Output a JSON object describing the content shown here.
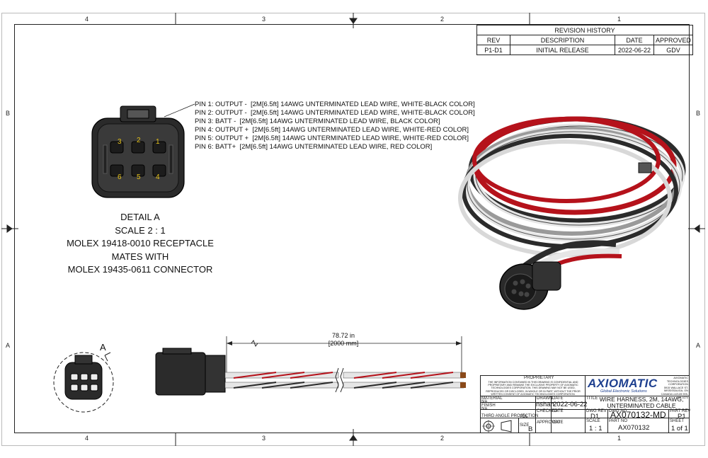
{
  "zones": {
    "top": [
      "4",
      "3",
      "2",
      "1"
    ],
    "bottom": [
      "4",
      "3",
      "2",
      "1"
    ],
    "left": [
      "B",
      "A"
    ],
    "right": [
      "B",
      "A"
    ]
  },
  "revision": {
    "title": "REVISION HISTORY",
    "headers": [
      "REV",
      "DESCRIPTION",
      "DATE",
      "APPROVED"
    ],
    "rows": [
      [
        "P1-D1",
        "INITIAL RELEASE",
        "2022-06-22",
        "GDV"
      ]
    ]
  },
  "pins": [
    "PIN 1: OUTPUT -  [2M[6.5ft] 14AWG UNTERMINATED LEAD WIRE, WHITE-BLACK COLOR]",
    "PIN 2: OUTPUT -  [2M[6.5ft] 14AWG UNTERMINATED LEAD WIRE, WHITE-BLACK COLOR]",
    "PIN 3: BATT -  [2M[6.5ft] 14AWG UNTERMINATED LEAD WIRE, BLACK COLOR]",
    "PIN 4: OUTPUT +  [2M[6.5ft] 14AWG UNTERMINATED LEAD WIRE, WHITE-RED COLOR]",
    "PIN 5: OUTPUT +  [2M[6.5ft] 14AWG UNTERMINATED LEAD WIRE, WHITE-RED COLOR]",
    "PIN 6: BATT+  [2M[6.5ft] 14AWG UNTERMINATED LEAD WIRE, RED COLOR]"
  ],
  "connector_pin_labels": [
    "3",
    "2",
    "1",
    "6",
    "5",
    "4"
  ],
  "detail": {
    "line1": "DETAIL  A",
    "line2": "SCALE 2 : 1",
    "line3": "MOLEX 19418-0010 RECEPTACLE",
    "line4": "MATES WITH",
    "line5": "MOLEX 19435-0611 CONNECTOR"
  },
  "view_label": "A",
  "dimension": {
    "inches": "78.72 in",
    "mm": "[2000 mm]"
  },
  "title_block": {
    "proprietary_heading": "PROPRIETARY",
    "proprietary_text": "THE INFORMATION CONTAINED IN THIS DRAWING IS CONFIDENTIAL AND PROPRIETARY AND REMAINS THE EXCLUSIVE PROPERTY OF AXIOMATIC TECHNOLOGIES CORPORATION. THIS DRAWING MAY NOT BE USED, REPRODUCED OR DISCLOSED, IN WHOLE OR IN PART, WITHOUT THE PRIOR WRITTEN CONSENT OF AXIOMATIC TECHNOLOGIES CORPORATION.",
    "material_label": "MATERIAL",
    "material_value": "NA",
    "finish_label": "FINISH",
    "finish_value": "NA",
    "third_angle": "THIRD ANGLE PROJECTION",
    "tol_label": "TOL",
    "size_label": "SIZE",
    "size_value": "B",
    "drawn_label": "DRAWN",
    "drawn_value": "nshah",
    "date_label": "DATE",
    "drawn_date": "2022-06-22",
    "checked_label": "CHECKED",
    "approved_label": "APPROVED",
    "title_label": "TITLE",
    "title_line1": "WIRE HARNESS, 2M, 14AWG,",
    "title_line2": "UNTERMINATED CABLE",
    "dwg_rev_label": "DWG REV",
    "dwg_rev": "D1",
    "dwg_no_label": "DWG NO",
    "dwg_no": "AX070132-MD",
    "part_rev_label": "PART REV",
    "part_rev": "P1",
    "scale_label": "SCALE",
    "scale": "1 : 1",
    "part_no_label": "PART NO",
    "part_no": "AX070132",
    "sheet_label": "SHEET",
    "sheet": "1 of 1",
    "logo_text": "AXIOMATIC",
    "logo_tagline": "Global Electronic Solutions",
    "company": "AXIOMATIC TECHNOLOGIES CORPORATION",
    "address": "5915 WALLACE ST. MISSISSAUGA, ON CANADA L4Z1Z8 905-602-9270"
  },
  "colors": {
    "red_wire": "#b5121b",
    "black_wire": "#2b2b2b",
    "white_wire": "#e6e6e6",
    "logo_blue": "#1d3f8f"
  }
}
